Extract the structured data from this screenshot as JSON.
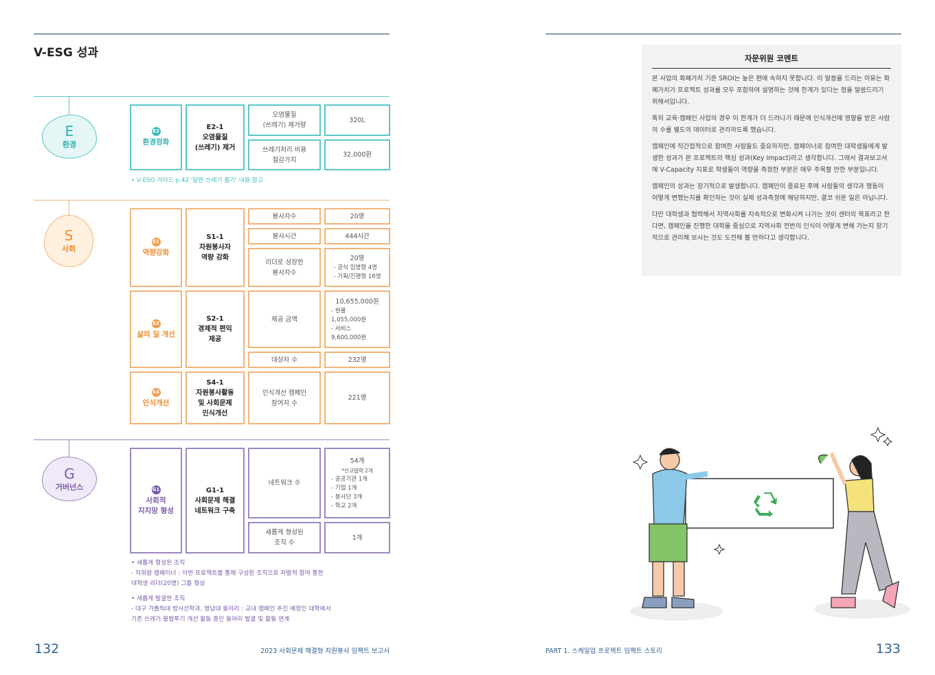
{
  "left_page": {
    "title": "V-ESG 성과",
    "page_number": "132",
    "footer": "2023 사회문제 해결형 자원봉사 임팩트 보고서",
    "E": {
      "letter": "E",
      "name": "환경",
      "badge": "E2",
      "category": "환경정화",
      "indicator": "E2-1\n오염물질\n(쓰레기) 제거",
      "rows": [
        {
          "metric": "오염물질\n(쓰레기) 제거량",
          "value": "320L"
        },
        {
          "metric": "쓰레기처리 비용\n절감가치",
          "value": "32,000원"
        }
      ],
      "note": "• V-ESG 가이드 p.42 '일반 쓰레기 줍기' 내용 참고"
    },
    "S": {
      "letter": "S",
      "name": "사회",
      "groups": [
        {
          "badge": "S1",
          "category": "역량강화",
          "indicator": "S1-1\n자원봉사자\n역량 강화",
          "rows": [
            {
              "metric": "봉사자수",
              "value": "20명"
            },
            {
              "metric": "봉사시간",
              "value": "444시간"
            },
            {
              "metric": "리더로 성장한\n봉사자수",
              "value": "20명",
              "detail": "- 공식 임명형 4명\n- 기획/진행형 16명"
            }
          ]
        },
        {
          "badge": "S2",
          "category": "삶의 질 개선",
          "indicator": "S2-1\n경제적 편익\n제공",
          "rows": [
            {
              "metric": "제공 금액",
              "value": "10,655,000원",
              "detail": "- 현물\n  1,055,000원\n- 서비스\n  9,600,000원"
            },
            {
              "metric": "대상자 수",
              "value": "232명"
            }
          ]
        },
        {
          "badge": "S4",
          "category": "인식개선",
          "indicator": "S4-1\n자원봉사활동\n및 사회문제\n인식개선",
          "rows": [
            {
              "metric": "인식개선 캠페인\n참여자 수",
              "value": "221명"
            }
          ]
        }
      ]
    },
    "G": {
      "letter": "G",
      "name": "거버넌스",
      "badge": "G1",
      "category": "사회적\n지지망 형성",
      "indicator": "G1-1\n사회문제 해결\n네트워크 구축",
      "rows": [
        {
          "metric": "네트워크 수",
          "value": "54개",
          "subnote": "*신규협력 2개",
          "detail": "- 공공기관 1개\n- 기업 1개\n- 봉사단 3개\n- 학교 2개"
        },
        {
          "metric": "새롭게 형성된\n조직 수",
          "value": "1개"
        }
      ],
      "notes": [
        "• 새롭게 형성된 조직\n  - 치워람 캠페이너 : 이번 프로젝트를 통해 구성된 조직으로 자발적 참여 통한\n    대학생 리더(20명) 그룹 형성",
        "• 새롭게 발굴한 조직\n  - 대구 가톨릭대 방사선학과, 영남대 동아리 : 교내 캠페인 추진 예정인 대학에서\n    기존 쓰레기 불법투기 개선 활동 중인 동아리 발굴 및 활동 연계"
      ]
    }
  },
  "right_page": {
    "page_number": "133",
    "footer": "PART 1. 스케일업 프로젝트 임팩트 스토리",
    "comment": {
      "title": "자문위원 코멘트",
      "paragraphs": [
        "본 사업의 화폐가치 기준 SROI는 높은 편에 속하지 못합니다. 이 말씀을 드리는 이유는 화폐가치가 프로젝트 성과를 모두 포함하여 설명하는 것에 한계가 있다는 점을 말씀드리기 위해서입니다.",
        "특히 교육·캠페인 사업의 경우 이 한계가 더 드러나기 때문에 인식개선에 영향을 받은 사람의 수를 별도의 데이터로 관리하도록 했습니다.",
        "캠페인에 직간접적으로 참여한 사람들도 중요하지만, 캠페이너로 참여한 대학생들에게 발생한 성과가 본 프로젝트의 핵심 성과(Key Impact)라고 생각합니다. 그래서 결과보고서에 V-Capacity 지표로 학생들이 역량을 측정한 부분은 매우 주목할 만한 부분입니다.",
        "캠페인의 성과는 장기적으로 발생합니다. 캠페인이 종료된 후에 사람들의 생각과 행동이 어떻게 변했는지를 확인하는 것이 실제 성과측정에 해당하지만, 결코 쉬운 일은 아닙니다.",
        "다만 대학생과 협력해서 지역사회를 지속적으로 변화시켜 나가는 것이 센터의 목표라고 한다면, 캠페인을 진행한 대학을 중심으로 지역사회 전반의 인식이 어떻게 변해 가는지 장기적으로 관리해 보시는 것도 도전해 볼 만하다고 생각합니다."
      ]
    }
  },
  "colors": {
    "teal": "#3fbcbc",
    "orange": "#f08a2c",
    "purple": "#7a5aa8",
    "navy": "#1f3f5f",
    "page_num": "#2f5f93"
  }
}
